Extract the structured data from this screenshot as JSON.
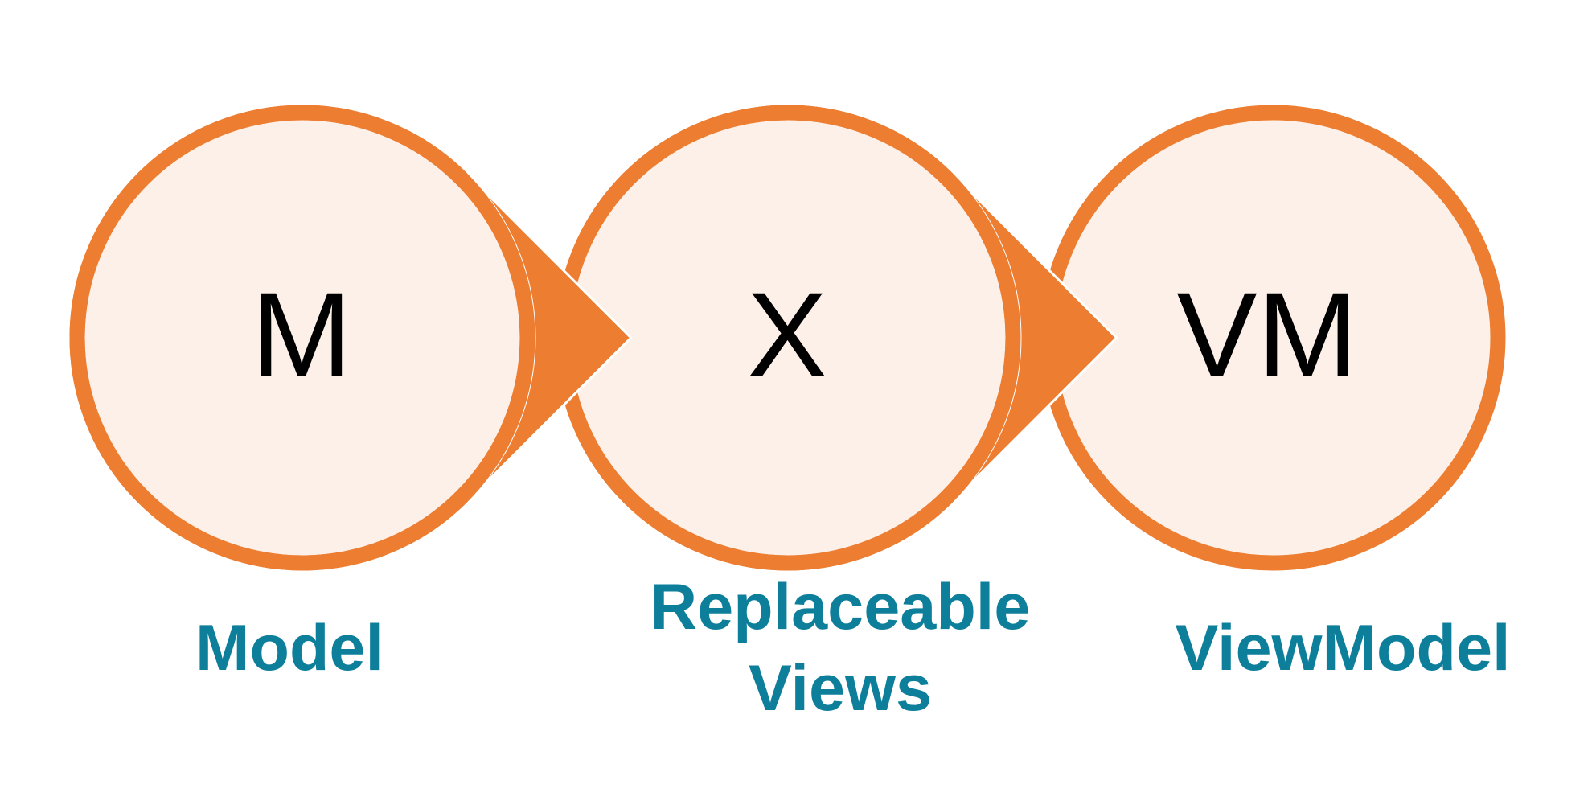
{
  "title": "MVVM-style pattern diagram",
  "colors": {
    "ring": "#ED7D31",
    "fill": "#FCF0E8",
    "letter": "#000000",
    "label": "#0E7F9B",
    "separator": "#FFFFFF"
  },
  "nodes": [
    {
      "id": "model",
      "letter": "M",
      "label_lines": [
        "Model"
      ],
      "has_arrow": true
    },
    {
      "id": "views",
      "letter": "X",
      "label_lines": [
        "Replaceable",
        "Views"
      ],
      "has_arrow": true
    },
    {
      "id": "viewmodel",
      "letter": "VM",
      "label_lines": [
        "ViewModel"
      ],
      "has_arrow": false
    }
  ]
}
